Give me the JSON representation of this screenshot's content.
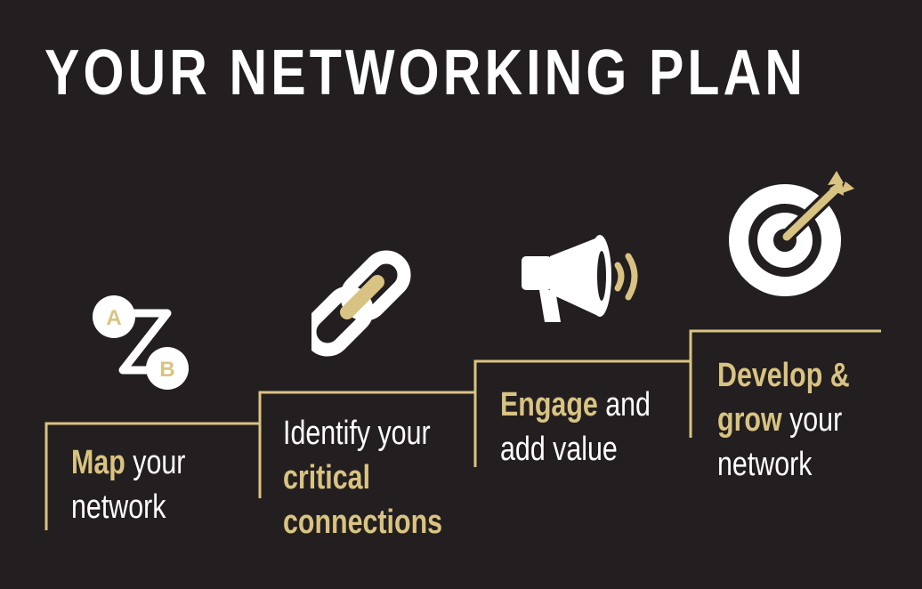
{
  "title": "YOUR NETWORKING PLAN",
  "colors": {
    "background": "#231f20",
    "gold": "#d9c382",
    "white": "#ffffff"
  },
  "steps": [
    {
      "icon": "a-to-z-path-icon",
      "icon_labels": {
        "start": "A",
        "end": "B"
      },
      "line1_highlight": "Map",
      "line1_rest": " your",
      "line2": "network"
    },
    {
      "icon": "chain-link-icon",
      "line1": "Identify your",
      "line2_highlight": "critical",
      "line3_highlight": "connections"
    },
    {
      "icon": "megaphone-icon",
      "line1_highlight": "Engage",
      "line1_rest": " and",
      "line2": "add value"
    },
    {
      "icon": "target-arrow-icon",
      "line1_highlight": "Develop &",
      "line2_highlight": "grow",
      "line2_rest": " your",
      "line3": "network"
    }
  ]
}
